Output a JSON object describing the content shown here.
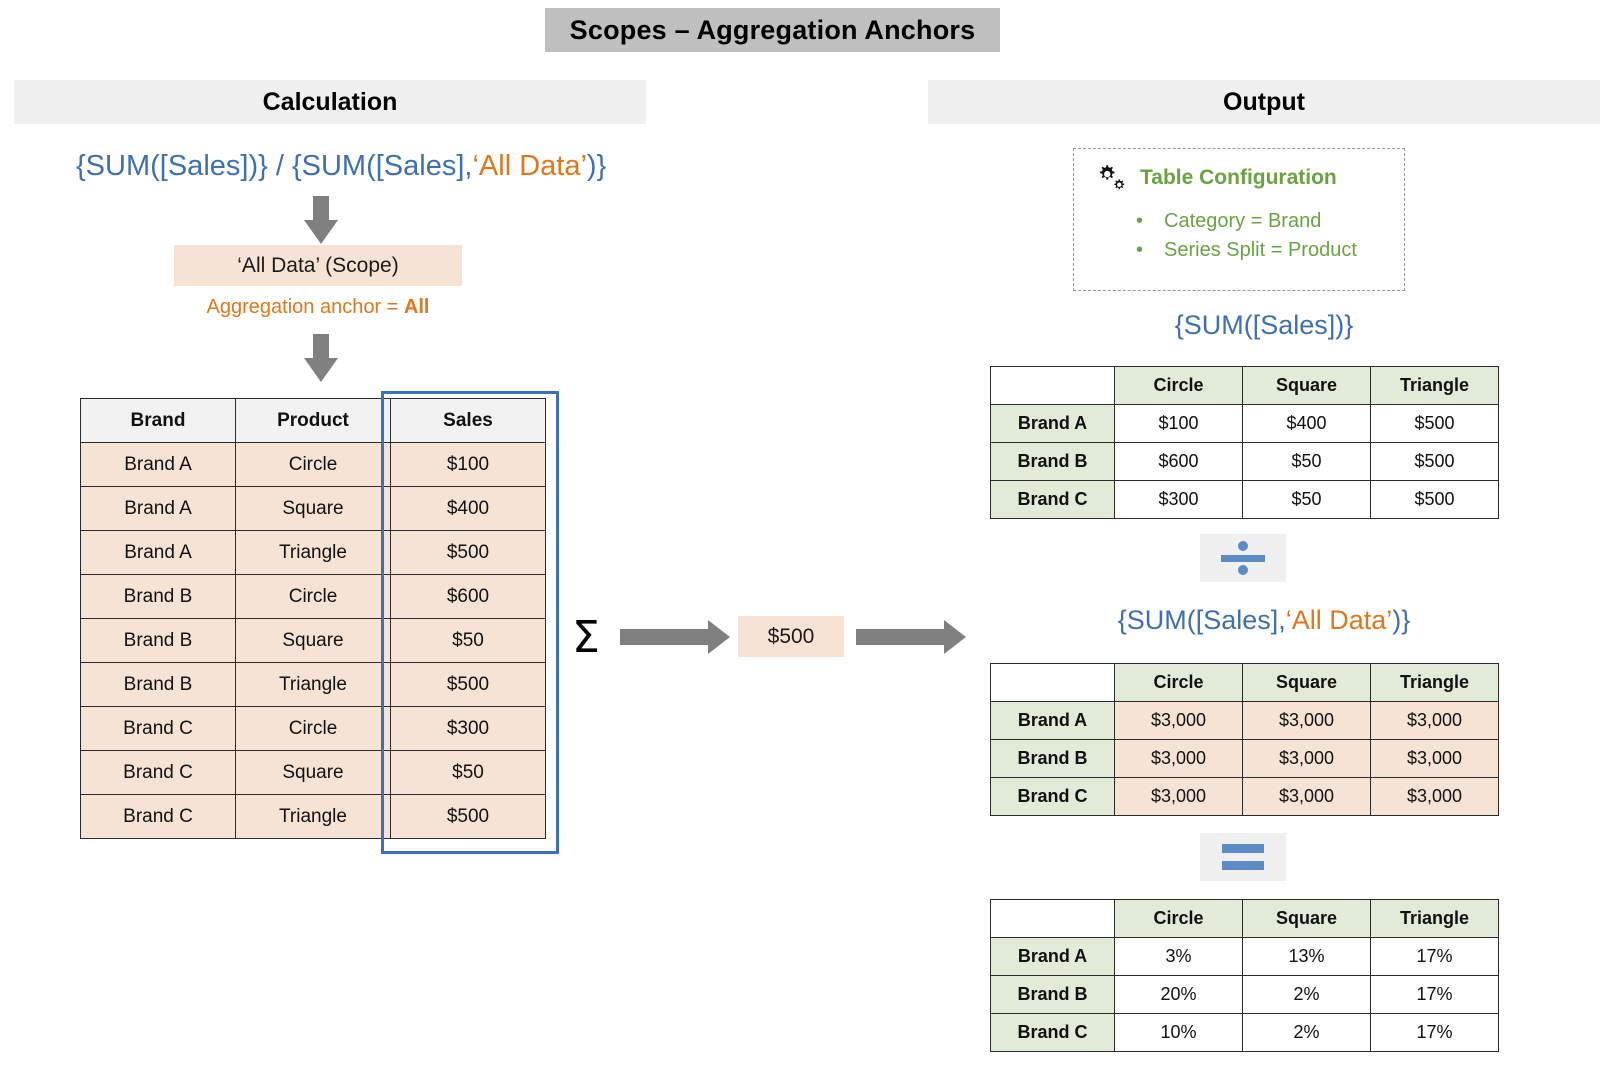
{
  "title": "Scopes – Aggregation Anchors",
  "sections": {
    "left_header": "Calculation",
    "right_header": "Output"
  },
  "calculation": {
    "formula": {
      "prefix": "{SUM([Sales])} / {SUM([Sales],",
      "scope": "‘All Data’",
      "suffix": ")}"
    },
    "scope_box": "‘All Data’ (Scope)",
    "anchor_label": "Aggregation anchor = ",
    "anchor_value": "All",
    "source_table": {
      "columns": [
        "Brand",
        "Product",
        "Sales"
      ],
      "rows": [
        [
          "Brand A",
          "Circle",
          "$100"
        ],
        [
          "Brand A",
          "Square",
          "$400"
        ],
        [
          "Brand A",
          "Triangle",
          "$500"
        ],
        [
          "Brand B",
          "Circle",
          "$600"
        ],
        [
          "Brand B",
          "Square",
          "$50"
        ],
        [
          "Brand B",
          "Triangle",
          "$500"
        ],
        [
          "Brand C",
          "Circle",
          "$300"
        ],
        [
          "Brand C",
          "Square",
          "$50"
        ],
        [
          "Brand C",
          "Triangle",
          "$500"
        ]
      ],
      "highlighted_column": "Sales"
    },
    "sigma_symbol": "Σ",
    "aggregate_result": "$500"
  },
  "output": {
    "config": {
      "icon": "gears-icon",
      "heading": "Table Configuration",
      "items": [
        "Category = Brand",
        "Series Split = Product"
      ]
    },
    "formula_1": "{SUM([Sales])}",
    "formula_2": {
      "prefix": "{SUM([Sales],",
      "scope": "‘All Data’",
      "suffix": ")}"
    },
    "operators": {
      "divide": "divide-icon",
      "equals": "equals-icon"
    },
    "table_1": {
      "corner": "",
      "columns": [
        "Circle",
        "Square",
        "Triangle"
      ],
      "row_labels": [
        "Brand A",
        "Brand B",
        "Brand C"
      ],
      "values": [
        [
          "$100",
          "$400",
          "$500"
        ],
        [
          "$600",
          "$50",
          "$500"
        ],
        [
          "$300",
          "$50",
          "$500"
        ]
      ]
    },
    "table_2": {
      "corner": "",
      "columns": [
        "Circle",
        "Square",
        "Triangle"
      ],
      "row_labels": [
        "Brand A",
        "Brand B",
        "Brand C"
      ],
      "values": [
        [
          "$3,000",
          "$3,000",
          "$3,000"
        ],
        [
          "$3,000",
          "$3,000",
          "$3,000"
        ],
        [
          "$3,000",
          "$3,000",
          "$3,000"
        ]
      ]
    },
    "table_3": {
      "corner": "",
      "columns": [
        "Circle",
        "Square",
        "Triangle"
      ],
      "row_labels": [
        "Brand A",
        "Brand B",
        "Brand C"
      ],
      "values": [
        [
          "3%",
          "13%",
          "17%"
        ],
        [
          "20%",
          "2%",
          "17%"
        ],
        [
          "10%",
          "2%",
          "17%"
        ]
      ]
    }
  },
  "colors": {
    "title_bar": "#bfbfbf",
    "section_bar": "#f0f0f0",
    "formula_blue": "#3f6fb5",
    "scope_orange": "#e2761b",
    "peach": "#f7e3d4",
    "green_header": "#e2ebd8",
    "config_green": "#6aa340",
    "highlight_blue": "#3b6fbf",
    "arrow_gray": "#808080",
    "operator_blue": "#5b8cc8"
  }
}
